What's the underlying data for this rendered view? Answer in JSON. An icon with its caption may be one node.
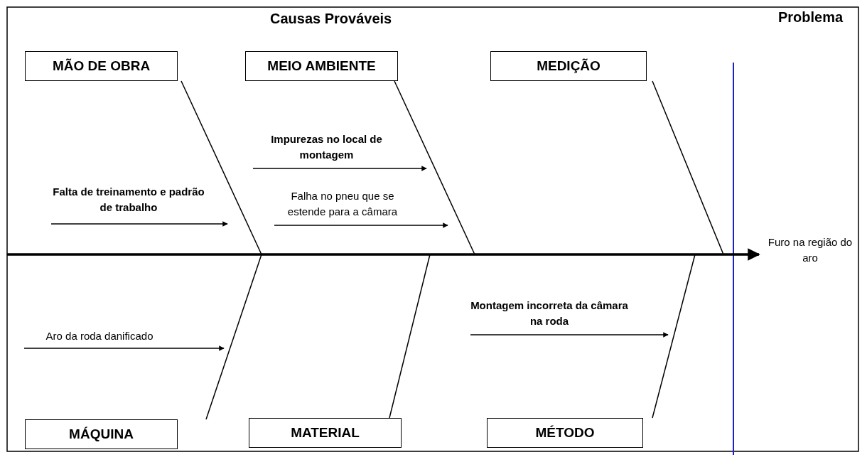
{
  "diagram": {
    "title": "Causas Prováveis",
    "nodes": [
      {
        "text": [
          "MÃO DE OBRA"
        ]
      },
      {
        "text": [
          "MEIO AMBIENTE"
        ]
      },
      {
        "text": [
          "MEDIÇÃO"
        ]
      },
      {
        "text": [
          "Impurezas no local de montagem"
        ]
      },
      {
        "text": [
          "Falta de treinamento e padrão de trabalho"
        ]
      },
      {
        "text": [
          "Falha no pneu que se estende para a câmara"
        ]
      },
      {
        "text": [
          "Furo na região do aro"
        ]
      },
      {
        "text": [
          "Montagem incorreta da câmara na roda"
        ]
      },
      {
        "text": [
          "Aro da roda danificado"
        ]
      },
      {
        "text": [
          "MÁQUINA"
        ]
      },
      {
        "text": [
          "MATERIAL"
        ]
      },
      {
        "text": [
          "MÉTODO"
        ]
      }
    ],
    "edges": [
      {
        "from": null,
        "to": 6,
        "arrow": "to",
        "style": "thick"
      },
      {
        "from": 0,
        "to": null,
        "arrow": "none"
      },
      {
        "from": 1,
        "to": null,
        "arrow": "none"
      },
      {
        "from": 2,
        "to": null,
        "arrow": "none"
      },
      {
        "from": 9,
        "to": null,
        "arrow": "none"
      },
      {
        "from": 10,
        "to": null,
        "arrow": "none"
      },
      {
        "from": 11,
        "to": null,
        "arrow": "none"
      },
      {
        "from": 4,
        "to": null,
        "arrow": "to"
      },
      {
        "from": 3,
        "to": null,
        "arrow": "to"
      },
      {
        "from": 5,
        "to": null,
        "arrow": "to"
      },
      {
        "from": 8,
        "to": null,
        "arrow": "to"
      },
      {
        "from": 7,
        "to": null,
        "arrow": "to"
      }
    ],
    "labels": [
      "Problema"
    ]
  }
}
